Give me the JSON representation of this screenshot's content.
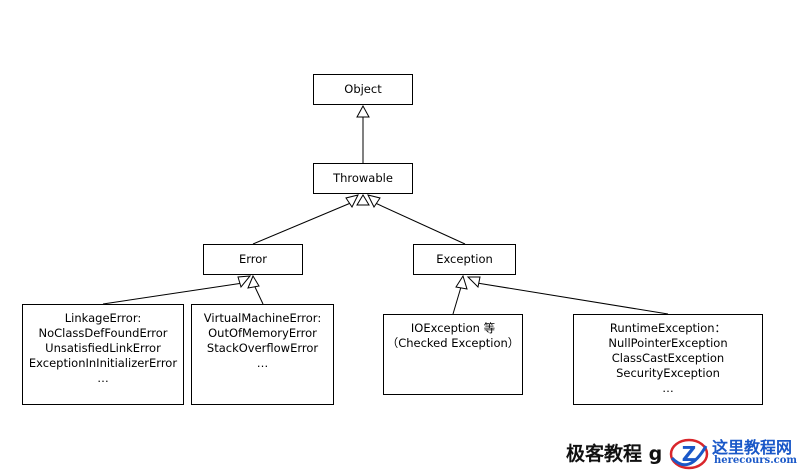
{
  "nodes": {
    "object": {
      "label": "Object"
    },
    "throwable": {
      "label": "Throwable"
    },
    "error": {
      "label": "Error"
    },
    "exception": {
      "label": "Exception"
    },
    "linkage_error": {
      "lines": [
        "LinkageError:",
        "NoClassDefFoundError",
        "UnsatisfiedLinkError",
        "ExceptionInInitializerError",
        "…"
      ]
    },
    "vm_error": {
      "lines": [
        "VirtualMachineError:",
        "OutOfMemoryError",
        "StackOverflowError",
        "…"
      ]
    },
    "io_exception": {
      "lines": [
        "IOException 等",
        "（Checked Exception）"
      ]
    },
    "runtime_exception": {
      "lines": [
        "RuntimeException：",
        "NullPointerException",
        "ClassCastException",
        "SecurityException",
        "…"
      ]
    }
  },
  "watermark": {
    "left_text": "极客教程 g",
    "site_name": "这里教程网",
    "site_url": "herecours.com"
  },
  "colors": {
    "line": "#000000",
    "watermark_blue": "#1a58c8",
    "watermark_red": "#d9262b"
  }
}
